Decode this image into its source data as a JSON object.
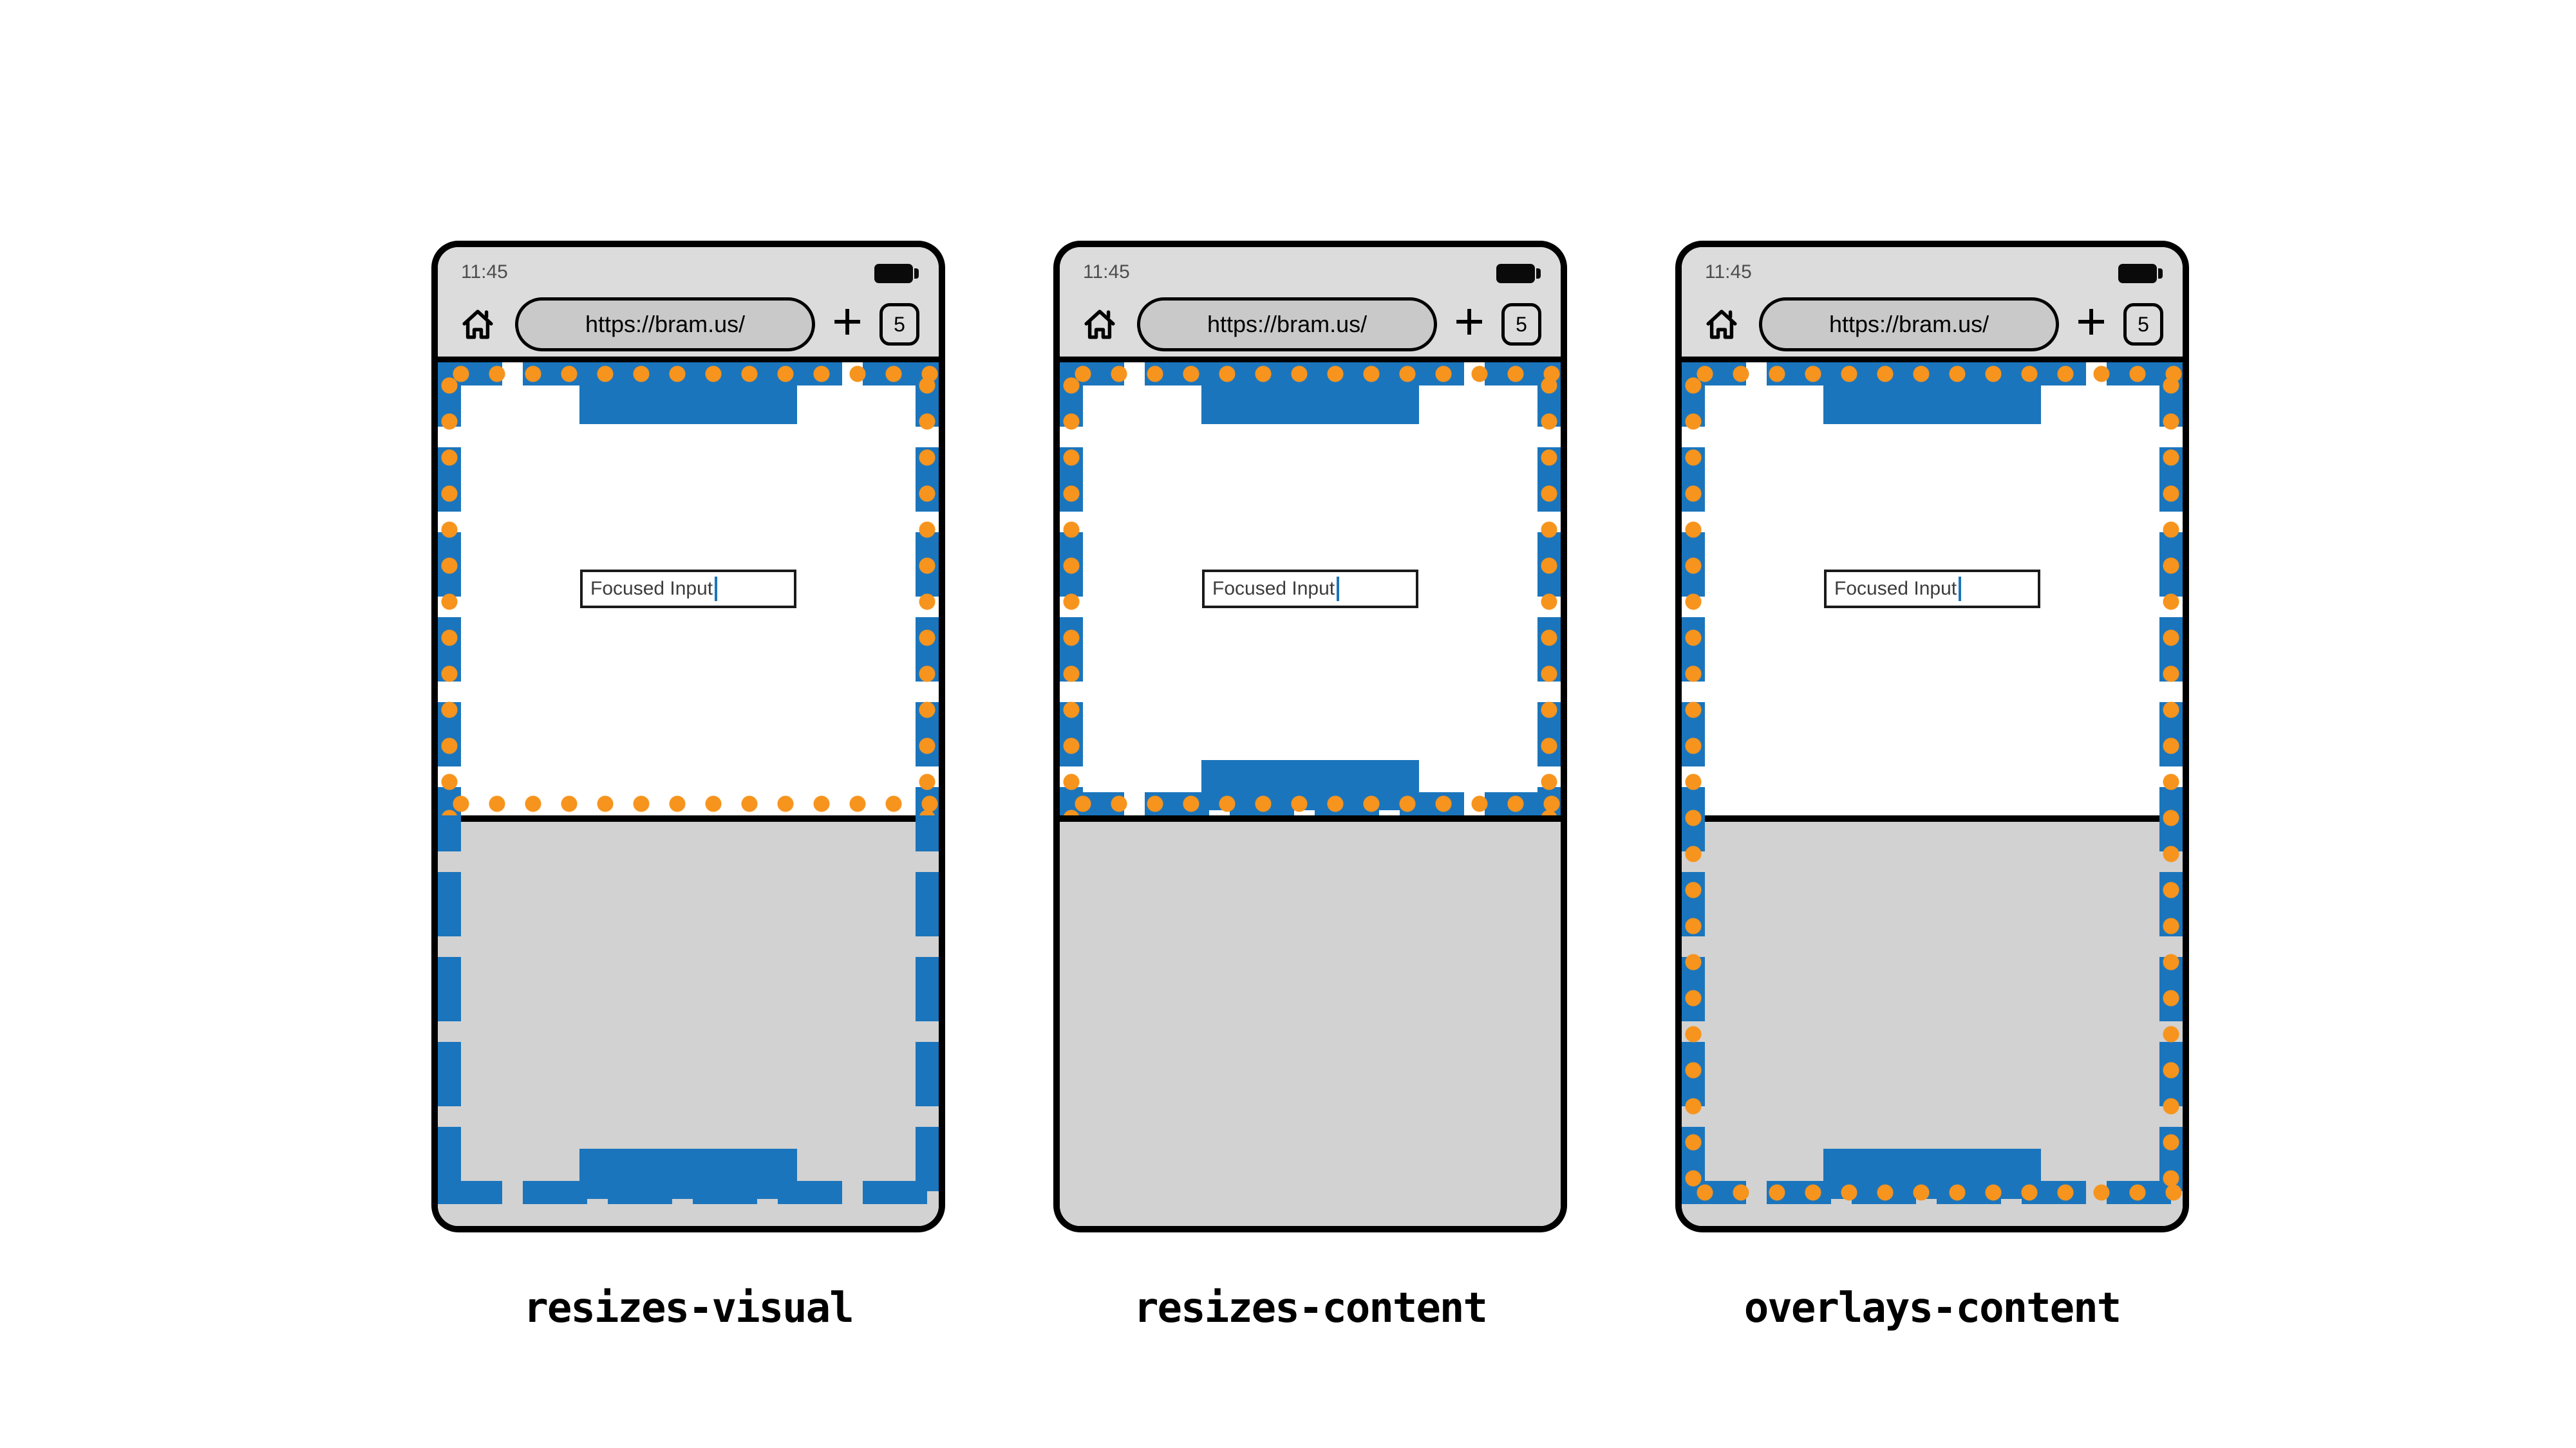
{
  "colors": {
    "blue": "#1b75bc",
    "orange": "#f7941d",
    "keyboard": "#d2d2d2",
    "chrome": "#dcdcdc",
    "pill": "#c9c9c9"
  },
  "icons": {
    "home": "house-outline",
    "battery": "battery-full",
    "new_tab": "plus-sign",
    "tabs": "rounded-square-counter",
    "caret": "text-cursor"
  },
  "phones": [
    {
      "label": "resizes-visual",
      "status": {
        "time": "11:45"
      },
      "toolbar": {
        "url": "https://bram.us/",
        "new_tab": "+",
        "tab_count": "5"
      },
      "page": {
        "input_value": "Focused Input"
      }
    },
    {
      "label": "resizes-content",
      "status": {
        "time": "11:45"
      },
      "toolbar": {
        "url": "https://bram.us/",
        "new_tab": "+",
        "tab_count": "5"
      },
      "page": {
        "input_value": "Focused Input"
      }
    },
    {
      "label": "overlays-content",
      "status": {
        "time": "11:45"
      },
      "toolbar": {
        "url": "https://bram.us/",
        "new_tab": "+",
        "tab_count": "5"
      },
      "page": {
        "input_value": "Focused Input"
      }
    }
  ]
}
